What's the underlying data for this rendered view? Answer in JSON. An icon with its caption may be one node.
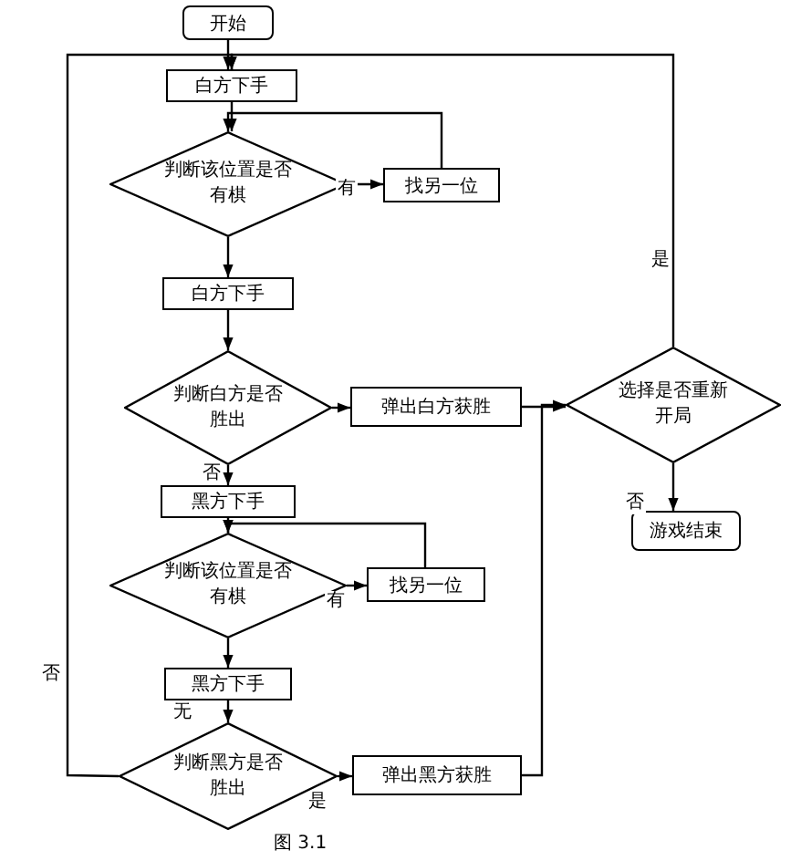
{
  "diagram": {
    "caption": "图 3.1",
    "nodes": [
      {
        "text": [
          "开始"
        ]
      },
      {
        "text": [
          "白方下手"
        ]
      },
      {
        "text": [
          "判断该位置是否有棋"
        ]
      },
      {
        "text": [
          "找另一位"
        ]
      },
      {
        "text": [
          "白方下手"
        ]
      },
      {
        "text": [
          "判断白方是否胜出"
        ]
      },
      {
        "text": [
          "弹出白方获胜"
        ]
      },
      {
        "text": [
          "选择是否重新开局"
        ]
      },
      {
        "text": [
          "游戏结束"
        ]
      },
      {
        "text": [
          "黑方下手"
        ]
      },
      {
        "text": [
          "判断该位置是否有棋"
        ]
      },
      {
        "text": [
          "找另一位"
        ]
      },
      {
        "text": [
          "黑方下手"
        ]
      },
      {
        "text": [
          "判断黑方是否胜出"
        ]
      },
      {
        "text": [
          "弹出黑方获胜"
        ]
      }
    ],
    "edges": [
      {
        "from": 0,
        "to": 1,
        "arrow": "to"
      },
      {
        "from": 1,
        "to": 2,
        "arrow": "to"
      },
      {
        "from": 2,
        "to": 3,
        "arrow": "to",
        "label": "有"
      },
      {
        "from": 3,
        "to": 2,
        "arrow": "to"
      },
      {
        "from": 2,
        "to": 4,
        "arrow": "to"
      },
      {
        "from": 4,
        "to": 5,
        "arrow": "to"
      },
      {
        "from": 5,
        "to": 6,
        "arrow": "to"
      },
      {
        "from": 6,
        "to": 7,
        "arrow": "to"
      },
      {
        "from": 7,
        "to": 1,
        "arrow": "to",
        "label": "是"
      },
      {
        "from": 7,
        "to": 8,
        "arrow": "to",
        "label": "否"
      },
      {
        "from": 5,
        "to": 9,
        "arrow": "to",
        "label": "否"
      },
      {
        "from": 9,
        "to": 10,
        "arrow": "to"
      },
      {
        "from": 10,
        "to": 11,
        "arrow": "to",
        "label": "有"
      },
      {
        "from": 11,
        "to": 10,
        "arrow": "to"
      },
      {
        "from": 10,
        "to": 12,
        "arrow": "to"
      },
      {
        "from": 12,
        "to": 13,
        "arrow": "to",
        "label": "无"
      },
      {
        "from": 13,
        "to": 14,
        "arrow": "to",
        "label": "是"
      },
      {
        "from": 14,
        "to": 7,
        "arrow": "to"
      },
      {
        "from": 13,
        "to": 1,
        "arrow": "to",
        "label": "否"
      }
    ]
  }
}
